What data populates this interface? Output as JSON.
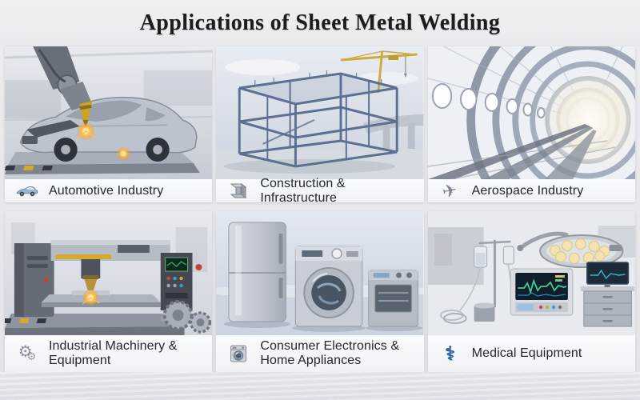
{
  "title": "Applications of Sheet Metal Welding",
  "panels": [
    {
      "id": "automotive",
      "label": "Automotive Industry",
      "icon": "car-icon",
      "illustration": "robotic arm spot-welding a silver car body shell on a factory platform with orange sparks"
    },
    {
      "id": "construction",
      "label": "Construction & Infrastructure",
      "icon": "i-beam-icon",
      "illustration": "welded steel building frame with yellow tower crane and elevated highway"
    },
    {
      "id": "aerospace",
      "label": "Aerospace Industry",
      "icon": "airplane-icon",
      "illustration": "aircraft fuselage interior with ribbed frames and oval windows receding to bright light"
    },
    {
      "id": "industrial",
      "label": "Industrial Machinery & Equipment",
      "icon": "gears-icon",
      "illustration": "CNC machining center with control panel, sparking spindle and steel gears"
    },
    {
      "id": "consumer",
      "label": "Consumer Electronics & Home Appliances",
      "icon": "washing-machine-icon",
      "illustration": "stainless refrigerator, front-load washing machine and countertop oven"
    },
    {
      "id": "medical",
      "label": "Medical Equipment",
      "icon": "caduceus-icon",
      "illustration": "surgical lamp, IV stand with bags, patient monitor with ECG trace and steel cabinet"
    }
  ],
  "glyphs": {
    "airplane": "✈",
    "gear": "⚙",
    "caduceus": "⚕"
  },
  "colors": {
    "background": "#e7e8ec",
    "title_text": "#1d1d1f",
    "caption_text": "#23272f",
    "spark_orange": "#ffae34",
    "crane_yellow": "#d2a93a",
    "steel_blue": "#5d7090",
    "medical_blue": "#2f5f93"
  }
}
